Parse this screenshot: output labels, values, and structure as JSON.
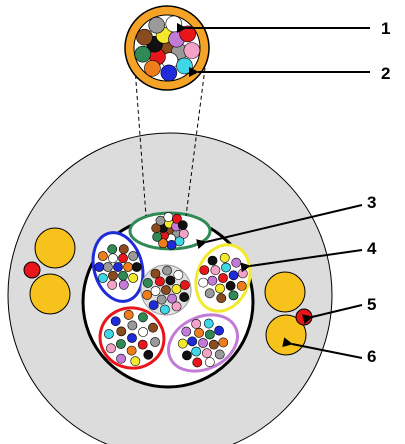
{
  "colors": {
    "jacket": "#dcdcdc",
    "core_fill": "#ffffff",
    "buffer_tube": "#f4a326",
    "strength_member": "#f7c21b",
    "ripcord": "#e8151b",
    "outline": "#000000",
    "fiber_palette": [
      "#1f2ad8",
      "#f07d1c",
      "#2f8a55",
      "#8a4b1e",
      "#9a9a9a",
      "#ffffff",
      "#e8151b",
      "#111111",
      "#f5e92d",
      "#c27bd6",
      "#f4a3c8",
      "#3fd7e8"
    ]
  },
  "bundle_tubes": [
    {
      "name": "blue-tube",
      "color": "#1f2ad8",
      "fill": "#ffffff"
    },
    {
      "name": "green-tube",
      "color": "#2f8a55",
      "fill": "#ffffff"
    },
    {
      "name": "yellow-tube",
      "color": "#f5e92d",
      "fill": "#ffffff"
    },
    {
      "name": "violet-tube",
      "color": "#c27bd6",
      "fill": "#ffffff"
    },
    {
      "name": "red-tube",
      "color": "#e8151b",
      "fill": "#ffffff"
    },
    {
      "name": "center-tube",
      "color": "#9a9a9a",
      "fill": "#e0e0e0"
    }
  ],
  "callouts": [
    {
      "label": "1"
    },
    {
      "label": "2"
    },
    {
      "label": "3"
    },
    {
      "label": "4"
    },
    {
      "label": "5"
    },
    {
      "label": "6"
    }
  ]
}
